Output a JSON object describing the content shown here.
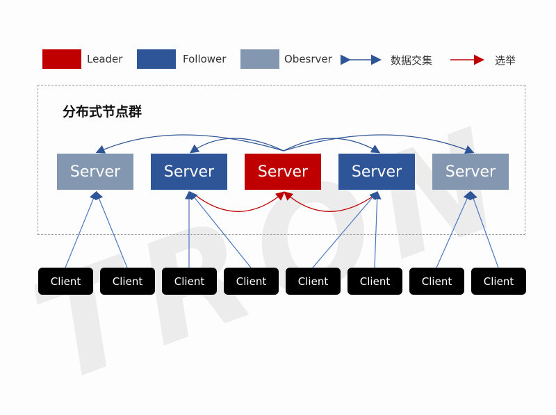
{
  "legend": {
    "items": [
      {
        "label": "Leader",
        "color": "#c00000",
        "type": "box"
      },
      {
        "label": "Follower",
        "color": "#2e5597",
        "type": "box"
      },
      {
        "label": "Obesrver",
        "color": "#8497b0",
        "type": "box"
      },
      {
        "label": "数据交集",
        "color": "#2e5597",
        "type": "double-arrow"
      },
      {
        "label": "选举",
        "color": "#c00000",
        "type": "arrow"
      }
    ]
  },
  "cluster": {
    "title": "分布式节点群"
  },
  "servers": [
    {
      "label": "Server",
      "role": "observer",
      "color": "#8497b0"
    },
    {
      "label": "Server",
      "role": "follower",
      "color": "#2e5597"
    },
    {
      "label": "Server",
      "role": "leader",
      "color": "#c00000"
    },
    {
      "label": "Server",
      "role": "follower",
      "color": "#2e5597"
    },
    {
      "label": "Server",
      "role": "observer",
      "color": "#8497b0"
    }
  ],
  "clients": [
    {
      "label": "Client"
    },
    {
      "label": "Client"
    },
    {
      "label": "Client"
    },
    {
      "label": "Client"
    },
    {
      "label": "Client"
    },
    {
      "label": "Client"
    },
    {
      "label": "Client"
    },
    {
      "label": "Client"
    }
  ],
  "watermark": "TRON"
}
